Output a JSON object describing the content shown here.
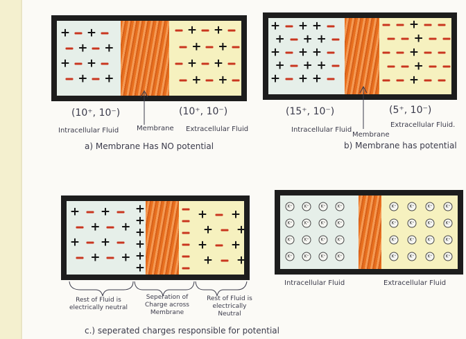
{
  "panel_a": {
    "intra_conc": "(10⁺, 10⁻)",
    "extra_conc": "(10⁺, 10⁻)",
    "intra_label": "Intracellular Fluid",
    "membrane_label": "Membrane",
    "extra_label": "Extracellular Fluid",
    "caption": "a) Membrane Has NO potential"
  },
  "panel_b": {
    "intra_conc": "(15⁺, 10⁻)",
    "extra_conc": "(5⁺, 10⁻)",
    "intra_label": "Intracellular Fluid",
    "membrane_label": "Membrane",
    "extra_label": "Extracellular Fluid.",
    "caption": "b) Membrane has potential"
  },
  "panel_c": {
    "left_label": "Rest of Fluid is electrically neutral",
    "middle_label": "Seperation of Charge across Membrane",
    "right_label": "Rest of Fluid is electrically Neutral",
    "caption": "c.) seperated charges responsible for potential"
  },
  "panel_d": {
    "intra_label": "Intracellular Fluid",
    "extra_label": "Extracellular Fluid",
    "ion_symbol": "K⁺"
  },
  "colors": {
    "intracellular": "#e6efe9",
    "extracellular": "#f6f1bf",
    "membrane": "#e8701f",
    "negative": "#c9361f",
    "positive": "#141414",
    "border": "#1d1d1d"
  }
}
